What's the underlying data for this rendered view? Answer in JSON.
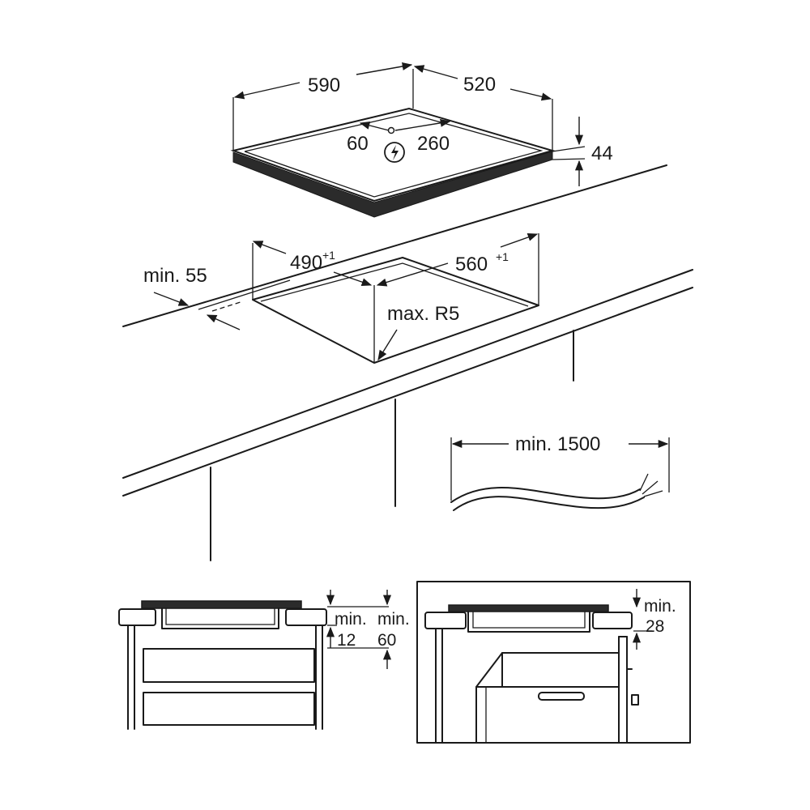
{
  "top_hob": {
    "width": "590",
    "depth": "520",
    "height": "44",
    "connection_offset_left": "60",
    "connection_offset_right": "260"
  },
  "cutout": {
    "width": "490",
    "width_tol": "+1",
    "depth": "560",
    "depth_tol": "+1",
    "edge_min": "min. 55",
    "corner_radius": "max. R5"
  },
  "cable": {
    "length": "min. 1500"
  },
  "left_section": {
    "gap_min_label": "min.",
    "gap_value": "12",
    "depth_min_label": "min.",
    "depth_value": "60"
  },
  "right_section": {
    "gap_min_label": "min.",
    "gap_value": "28"
  }
}
